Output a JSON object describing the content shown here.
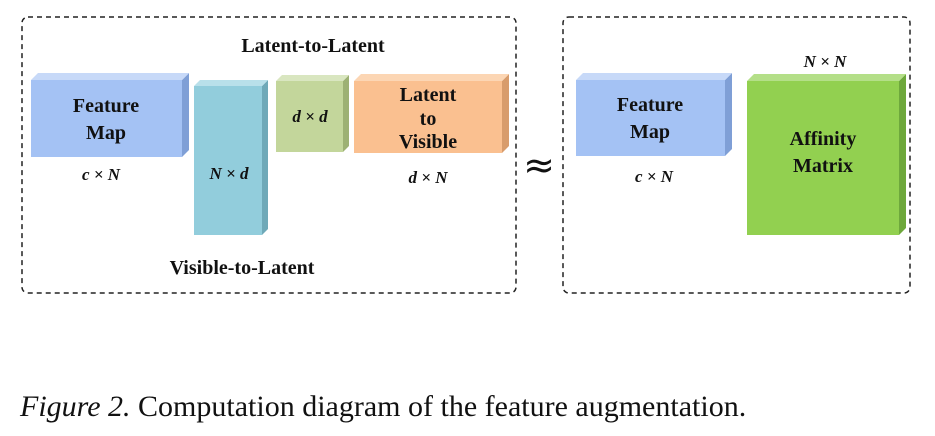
{
  "diagram": {
    "left_panel": {
      "top_label": "Latent-to-Latent",
      "bottom_label": "Visible-to-Latent",
      "feature_map": {
        "line1": "Feature",
        "line2": "Map",
        "dim": "c × N",
        "color": "#a4c2f4"
      },
      "n_by_d": {
        "dim": "N × d",
        "color": "#92cddc"
      },
      "d_by_d": {
        "dim": "d × d",
        "color": "#c3d69b"
      },
      "latent_to_visible": {
        "line1": "Latent",
        "line2": "to",
        "line3": "Visible",
        "dim": "d × N",
        "color": "#fac090"
      }
    },
    "approx_symbol": "≈",
    "right_panel": {
      "feature_map": {
        "line1": "Feature",
        "line2": "Map",
        "dim": "c × N",
        "color": "#a4c2f4"
      },
      "affinity": {
        "line1": "Affinity",
        "line2": "Matrix",
        "dim": "N × N",
        "color": "#92d050"
      }
    }
  },
  "caption": {
    "figure_label": "Figure 2.",
    "text": " Computation diagram of the feature augmentation."
  }
}
